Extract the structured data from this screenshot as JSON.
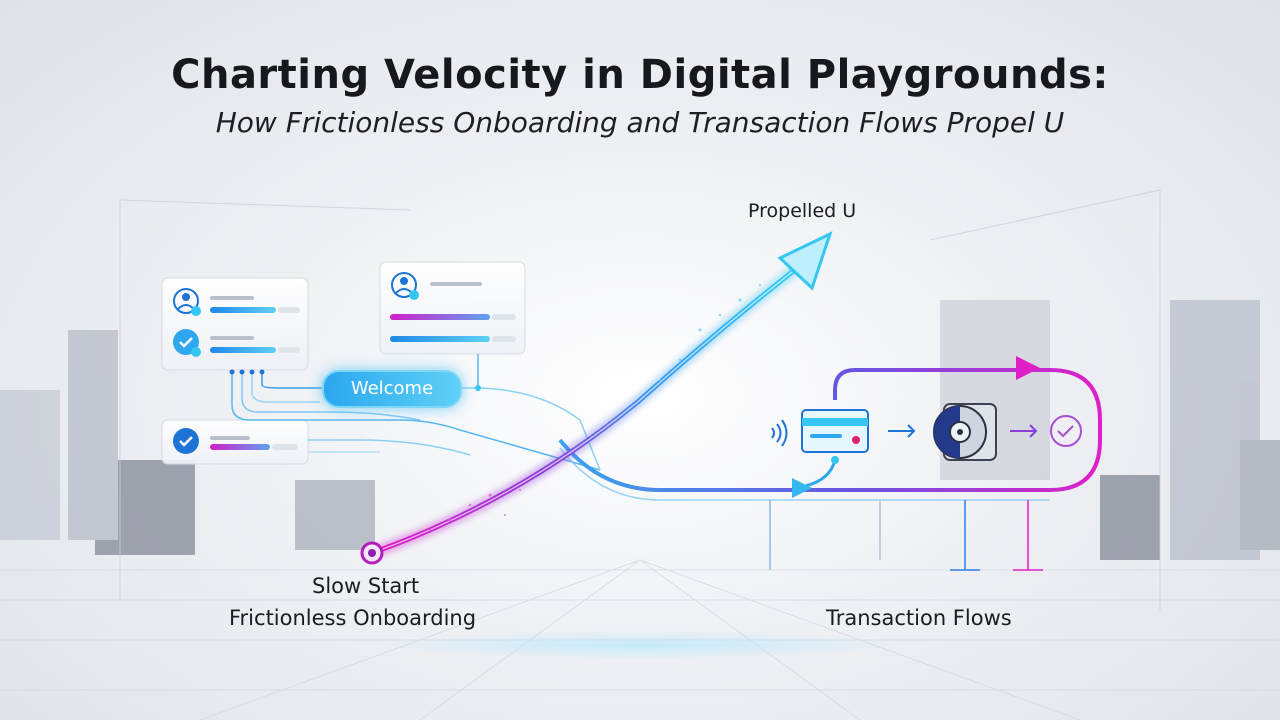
{
  "header": {
    "title": "Charting Velocity in Digital Playgrounds:",
    "subtitle": "How Frictionless Onboarding and Transaction Flows Propel U"
  },
  "labels": {
    "propelled": "Propelled U",
    "slow_start": "Slow Start",
    "onboarding": "Frictionless Onboarding",
    "transaction": "Transaction Flows",
    "welcome": "Welcome"
  },
  "colors": {
    "accent_cyan": "#35c7f2",
    "accent_magenta": "#e11fc8",
    "accent_blue": "#2a7fe6",
    "accent_purple": "#8a3fd9"
  },
  "icons": {
    "user_cards": [
      "user-check-icon",
      "check-circle-icon",
      "check-circle-icon",
      "user-check-icon"
    ],
    "flow_steps": [
      "nfc-icon",
      "credit-card-icon",
      "vault-icon",
      "check-icon"
    ]
  }
}
